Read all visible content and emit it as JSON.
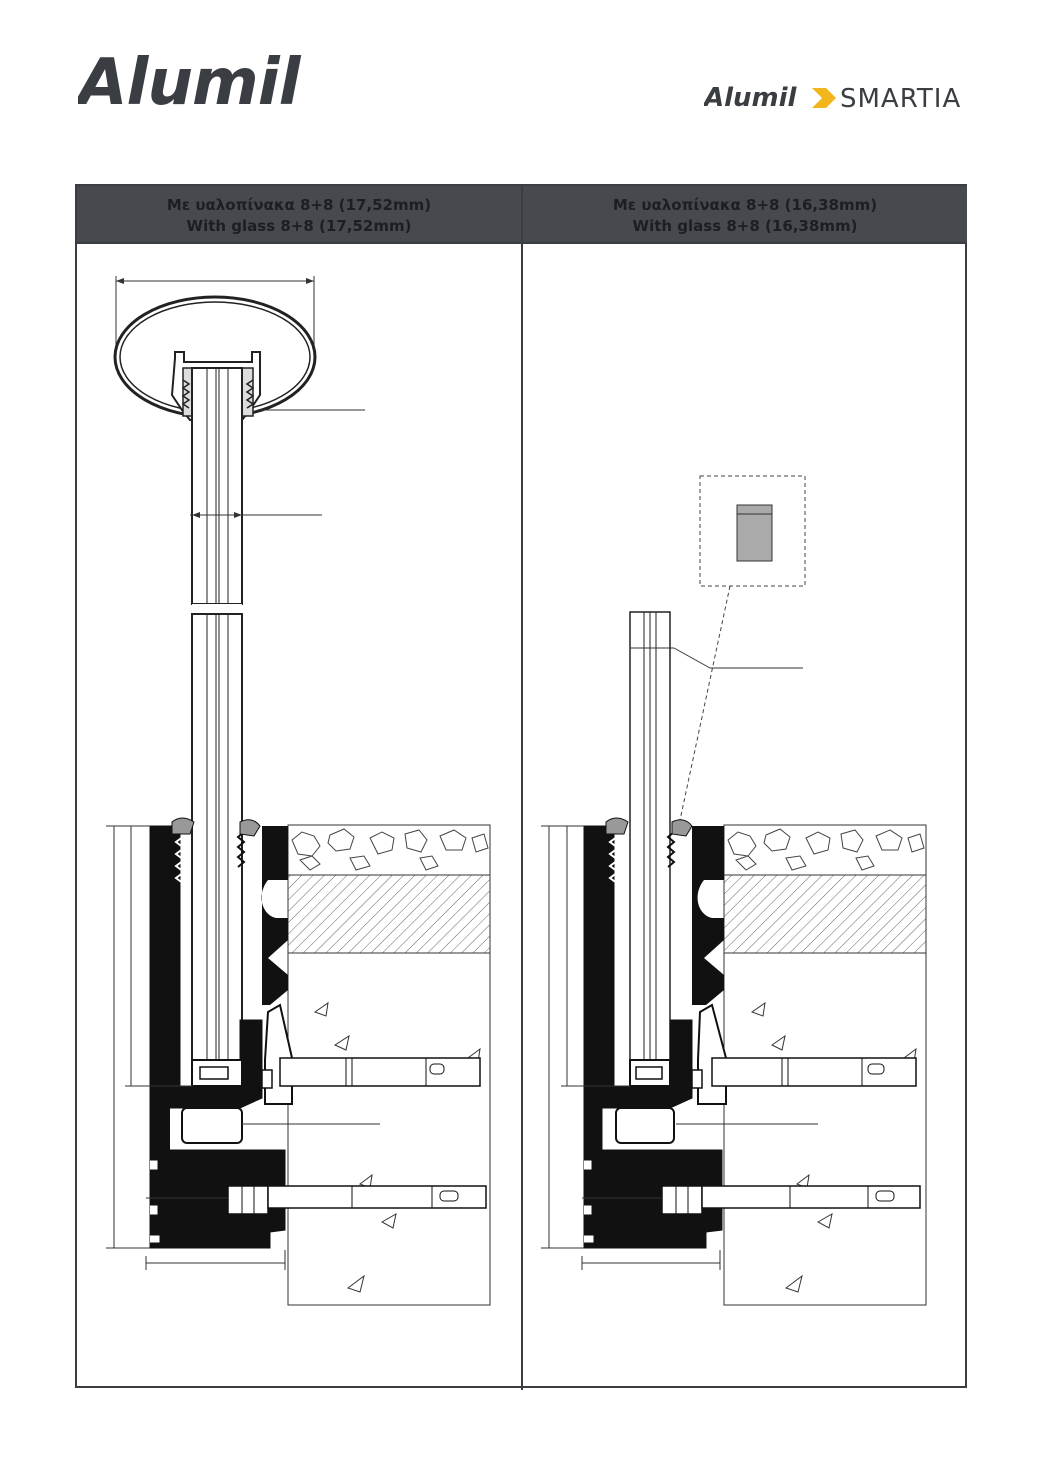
{
  "header": {
    "logo_text": "Alumil",
    "brand_secondary": {
      "alumil": "Alumil",
      "product": "SMARTIA"
    },
    "accent_color": "#f2b51c"
  },
  "table": {
    "columns": [
      {
        "title_el": "Με υαλοπίνακα 8+8 (17,52mm)",
        "title_en": "With glass 8+8 (17,52mm)"
      },
      {
        "title_el": "Με υαλοπίνακα 8+8 (16,38mm)",
        "title_en": "With glass 8+8 (16,38mm)"
      }
    ]
  },
  "icons": [
    "handrail-section-icon",
    "glass-panel-icon",
    "base-profile-icon",
    "anchor-bolt-icon",
    "concrete-slab-icon",
    "gasket-detail-icon"
  ]
}
